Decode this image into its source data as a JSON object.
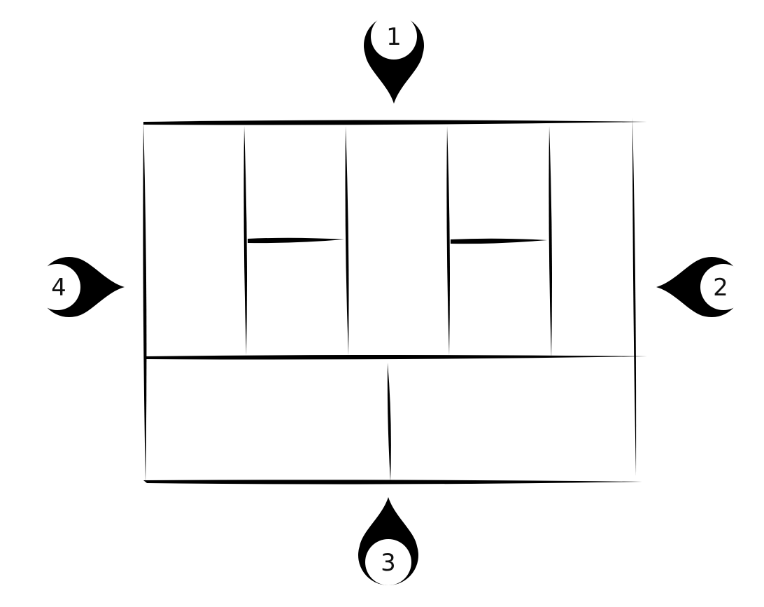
{
  "diagram": {
    "stroke_color": "#000000",
    "background_color": "#ffffff",
    "markers": [
      {
        "label": "1",
        "position": "top",
        "pointing": "down"
      },
      {
        "label": "2",
        "position": "right",
        "pointing": "left"
      },
      {
        "label": "3",
        "position": "bottom",
        "pointing": "up"
      },
      {
        "label": "4",
        "position": "left",
        "pointing": "right"
      }
    ]
  }
}
